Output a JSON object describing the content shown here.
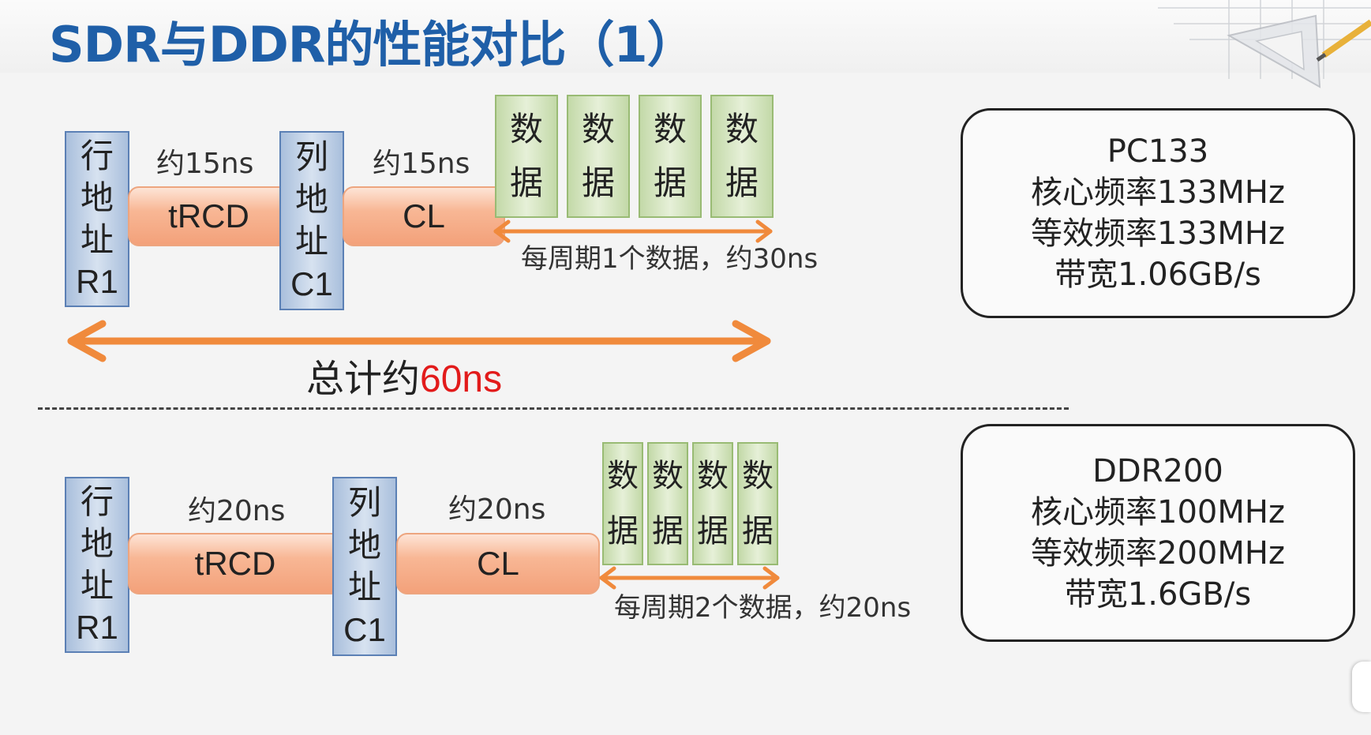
{
  "title": "SDR与DDR的性能对比（1）",
  "sdr": {
    "row_addr": [
      "行",
      "地",
      "址",
      "R1"
    ],
    "col_addr": [
      "列",
      "地",
      "址",
      "C1"
    ],
    "trcd_time": "约15ns",
    "trcd_label": "tRCD",
    "cl_time": "约15ns",
    "cl_label": "CL",
    "data_blocks": [
      {
        "top": "数",
        "bottom": "据"
      },
      {
        "top": "数",
        "bottom": "据"
      },
      {
        "top": "数",
        "bottom": "据"
      },
      {
        "top": "数",
        "bottom": "据"
      }
    ],
    "data_note": "每周期1个数据，约30ns",
    "total_prefix": "总计约",
    "total_value": "60ns",
    "info": {
      "name": "PC133",
      "core_freq": "核心频率133MHz",
      "eq_freq": "等效频率133MHz",
      "bandwidth": "带宽1.06GB/s"
    }
  },
  "ddr": {
    "row_addr": [
      "行",
      "地",
      "址",
      "R1"
    ],
    "col_addr": [
      "列",
      "地",
      "址",
      "C1"
    ],
    "trcd_time": "约20ns",
    "trcd_label": "tRCD",
    "cl_time": "约20ns",
    "cl_label": "CL",
    "data_blocks": [
      {
        "top": "数",
        "bottom": "据"
      },
      {
        "top": "数",
        "bottom": "据"
      },
      {
        "top": "数",
        "bottom": "据"
      },
      {
        "top": "数",
        "bottom": "据"
      }
    ],
    "data_note": "每周期2个数据，约20ns",
    "info": {
      "name": "DDR200",
      "core_freq": "核心频率100MHz",
      "eq_freq": "等效频率200MHz",
      "bandwidth": "带宽1.6GB/s"
    }
  },
  "colors": {
    "title": "#1f5fa8",
    "highlight": "#e21b1b",
    "arrow": "#f08a3c",
    "address_block": "#a9bfdc",
    "timing_pill": "#f8b795",
    "data_block": "#c3d9a8"
  }
}
